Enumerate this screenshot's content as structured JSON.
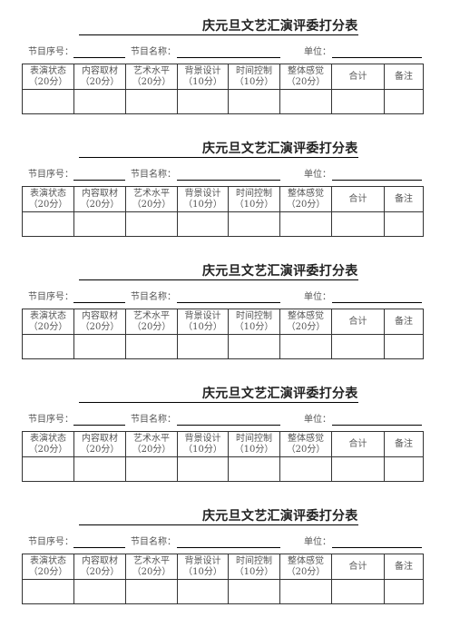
{
  "sheets": [
    {
      "title": "庆元旦文艺汇演评委打分表",
      "fields": {
        "program_no": "节目序号：",
        "program_name": "节目名称：",
        "unit": "单位："
      },
      "columns": [
        {
          "label": "表演状态",
          "points": "（20分）"
        },
        {
          "label": "内容取材",
          "points": "（20分）"
        },
        {
          "label": "艺术水平",
          "points": "（20分）"
        },
        {
          "label": "背景设计",
          "points": "（10分）"
        },
        {
          "label": "时间控制",
          "points": "（10分）"
        },
        {
          "label": "整体感觉",
          "points": "（20分）"
        }
      ],
      "total_label": "合计",
      "notes_label": "备注"
    },
    {
      "title": "庆元旦文艺汇演评委打分表",
      "fields": {
        "program_no": "节目序号：",
        "program_name": "节目名称：",
        "unit": "单位："
      },
      "columns": [
        {
          "label": "表演状态",
          "points": "（20分）"
        },
        {
          "label": "内容取材",
          "points": "（20分）"
        },
        {
          "label": "艺术水平",
          "points": "（20分）"
        },
        {
          "label": "背景设计",
          "points": "（10分）"
        },
        {
          "label": "时间控制",
          "points": "（10分）"
        },
        {
          "label": "整体感觉",
          "points": "（20分）"
        }
      ],
      "total_label": "合计",
      "notes_label": "备注"
    },
    {
      "title": "庆元旦文艺汇演评委打分表",
      "fields": {
        "program_no": "节目序号：",
        "program_name": "节目名称：",
        "unit": "单位："
      },
      "columns": [
        {
          "label": "表演状态",
          "points": "（20分）"
        },
        {
          "label": "内容取材",
          "points": "（20分）"
        },
        {
          "label": "艺术水平",
          "points": "（20分）"
        },
        {
          "label": "背景设计",
          "points": "（10分）"
        },
        {
          "label": "时间控制",
          "points": "（10分）"
        },
        {
          "label": "整体感觉",
          "points": "（20分）"
        }
      ],
      "total_label": "合计",
      "notes_label": "备注"
    },
    {
      "title": "庆元旦文艺汇演评委打分表",
      "fields": {
        "program_no": "节目序号：",
        "program_name": "节目名称：",
        "unit": "单位："
      },
      "columns": [
        {
          "label": "表演状态",
          "points": "（20分）"
        },
        {
          "label": "内容取材",
          "points": "（20分）"
        },
        {
          "label": "艺术水平",
          "points": "（20分）"
        },
        {
          "label": "背景设计",
          "points": "（10分）"
        },
        {
          "label": "时间控制",
          "points": "（10分）"
        },
        {
          "label": "整体感觉",
          "points": "（20分）"
        }
      ],
      "total_label": "合计",
      "notes_label": "备注"
    },
    {
      "title": "庆元旦文艺汇演评委打分表",
      "fields": {
        "program_no": "节目序号：",
        "program_name": "节目名称：",
        "unit": "单位："
      },
      "columns": [
        {
          "label": "表演状态",
          "points": "（20分）"
        },
        {
          "label": "内容取材",
          "points": "（20分）"
        },
        {
          "label": "艺术水平",
          "points": "（20分）"
        },
        {
          "label": "背景设计",
          "points": "（10分）"
        },
        {
          "label": "时间控制",
          "points": "（10分）"
        },
        {
          "label": "整体感觉",
          "points": "（20分）"
        }
      ],
      "total_label": "合计",
      "notes_label": "备注"
    }
  ]
}
